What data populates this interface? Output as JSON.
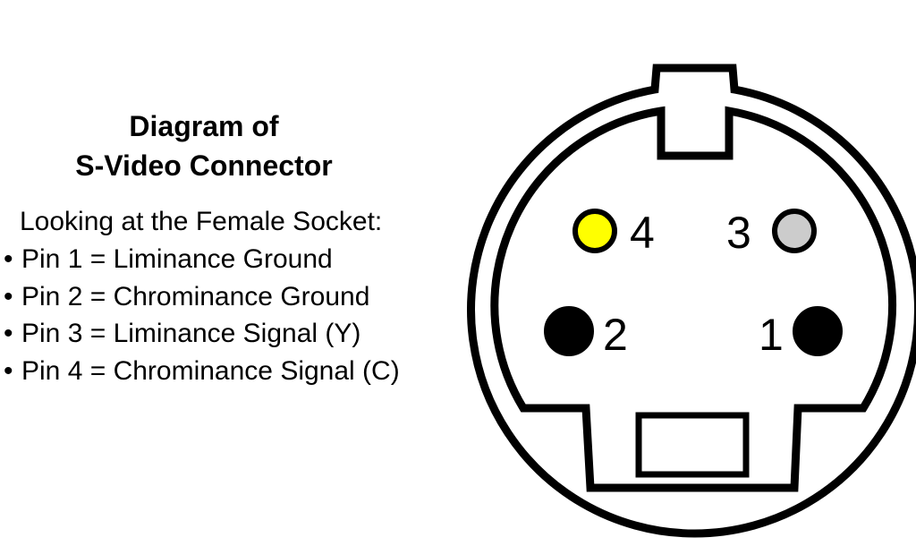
{
  "title": {
    "line1": "Diagram of",
    "line2": "S-Video Connector"
  },
  "intro": "Looking at the Female Socket:",
  "pins": [
    {
      "bullet": "•",
      "text": "Pin 1 = Liminance Ground"
    },
    {
      "bullet": "•",
      "text": "Pin 2 = Chrominance Ground"
    },
    {
      "bullet": "•",
      "text": "Pin 3 = Liminance Signal (Y)"
    },
    {
      "bullet": "•",
      "text": "Pin 4 = Chrominance Signal (C)"
    }
  ],
  "connector": {
    "pin_labels": {
      "p1": "1",
      "p2": "2",
      "p3": "3",
      "p4": "4"
    },
    "colors": {
      "outline": "#000000",
      "background": "#ffffff",
      "pin1": "#000000",
      "pin2": "#000000",
      "pin3": "#cccccc",
      "pin4": "#ffff00"
    }
  }
}
